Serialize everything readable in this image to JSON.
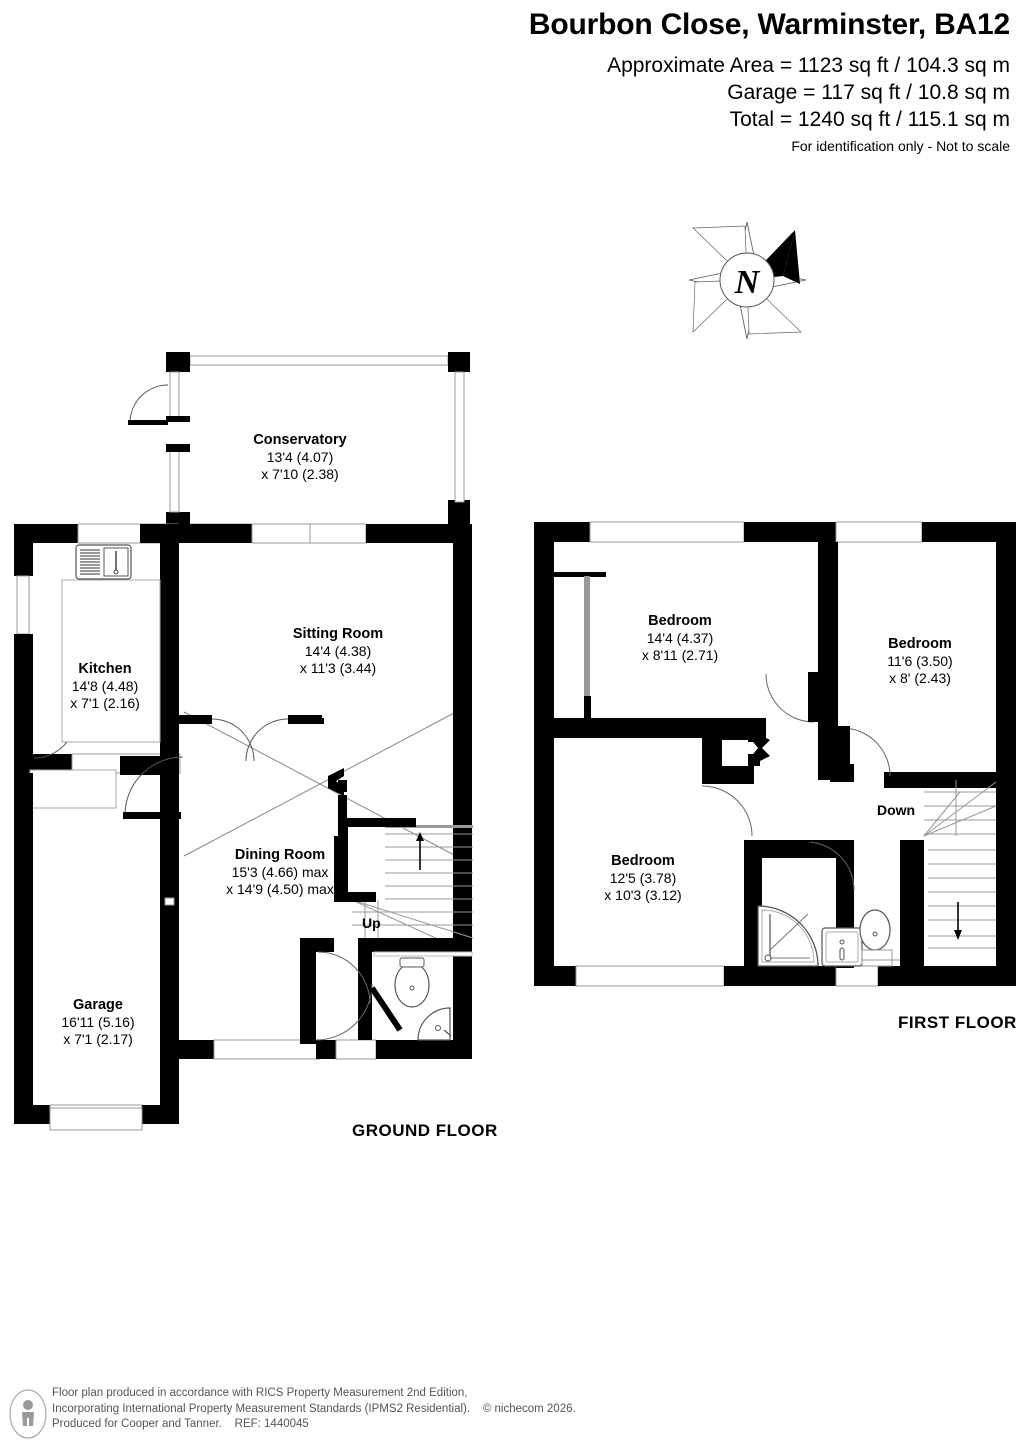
{
  "header": {
    "title": "Bourbon Close, Warminster, BA12",
    "area_lines": [
      "Approximate Area = 1123 sq ft / 104.3 sq m",
      "Garage = 117 sq ft / 10.8 sq m",
      "Total = 1240 sq ft / 115.1 sq m"
    ],
    "notice": "For identification only - Not to scale"
  },
  "compass": {
    "label": "N",
    "icon": "compass-rose-icon"
  },
  "ground_floor": {
    "label": "GROUND FLOOR",
    "rooms": [
      {
        "name": "Conservatory",
        "dim1": "13'4 (4.07)",
        "dim2": "x 7'10 (2.38)"
      },
      {
        "name": "Kitchen",
        "dim1": "14'8 (4.48)",
        "dim2": "x 7'1 (2.16)"
      },
      {
        "name": "Sitting Room",
        "dim1": "14'4 (4.38)",
        "dim2": "x 11'3 (3.44)"
      },
      {
        "name": "Dining Room",
        "dim1": "15'3 (4.66) max",
        "dim2": "x 14'9 (4.50) max"
      },
      {
        "name": "Garage",
        "dim1": "16'11 (5.16)",
        "dim2": "x 7'1 (2.17)"
      }
    ],
    "stair_direction": "Up"
  },
  "first_floor": {
    "label": "FIRST FLOOR",
    "rooms": [
      {
        "name": "Bedroom",
        "dim1": "14'4 (4.37)",
        "dim2": "x 8'11 (2.71)"
      },
      {
        "name": "Bedroom",
        "dim1": "11'6 (3.50)",
        "dim2": "x 8' (2.43)"
      },
      {
        "name": "Bedroom",
        "dim1": "12'5 (3.78)",
        "dim2": "x 10'3 (3.12)"
      }
    ],
    "stair_direction": "Down"
  },
  "footer": {
    "line1": "Floor plan produced in accordance with RICS Property Measurement 2nd Edition,",
    "line2": "Incorporating International Property Measurement Standards (IPMS2 Residential).",
    "copyright": "© nichecom 2026.",
    "line3": "Produced for Cooper and Tanner.",
    "ref": "REF: 1440045"
  },
  "colors": {
    "wall": "#000000",
    "thin": "#999999",
    "fill": "#ffffff"
  }
}
